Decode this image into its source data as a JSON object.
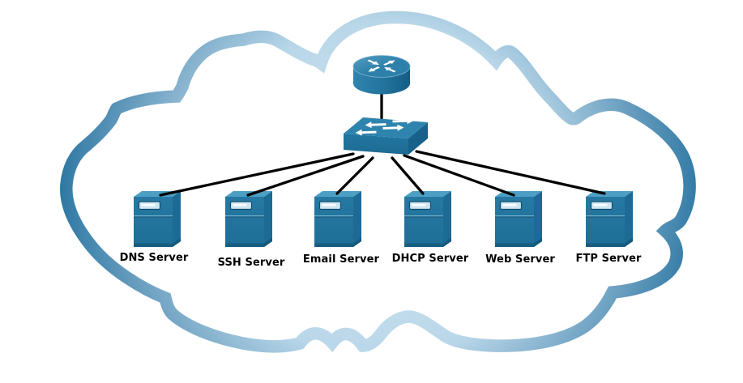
{
  "diagram": {
    "name": "cloud-network-topology"
  },
  "colors": {
    "background": "#ffffff",
    "cloud": {
      "center": "#d6e7f2",
      "light": "#b9d7e9",
      "mid": "#679cbe",
      "dark": "#1f6f9d"
    },
    "link": "#000000",
    "label": "#000000",
    "device": {
      "arrow": "#ffffff",
      "top": "#4d9fc4",
      "front": "#2679a3",
      "front_dark": "#1e6e97",
      "side": "#1d6b94",
      "base": "#175d82",
      "slot_fill": "#cde6f1",
      "slot_border": "#134e6d",
      "router_top_light": "#549cc0",
      "router_top": "#2d80aa",
      "router_body_light": "#2f84ad",
      "router_body": "#21719b",
      "router_body_dark": "#145c84",
      "switch_top": "#2e84ad",
      "switch_front": "#2278a3",
      "switch_front_dark": "#1c6a92",
      "switch_end": "#17618b"
    }
  },
  "devices": {
    "router": {
      "icon": "router-icon"
    },
    "switch": {
      "icon": "switch-icon"
    },
    "servers": [
      {
        "label": "DNS Server",
        "icon": "server-icon"
      },
      {
        "label": "SSH Server",
        "icon": "server-icon"
      },
      {
        "label": "Email Server",
        "icon": "server-icon"
      },
      {
        "label": "DHCP Server",
        "icon": "server-icon"
      },
      {
        "label": "Web Server",
        "icon": "server-icon"
      },
      {
        "label": "FTP Server",
        "icon": "server-icon"
      }
    ]
  }
}
